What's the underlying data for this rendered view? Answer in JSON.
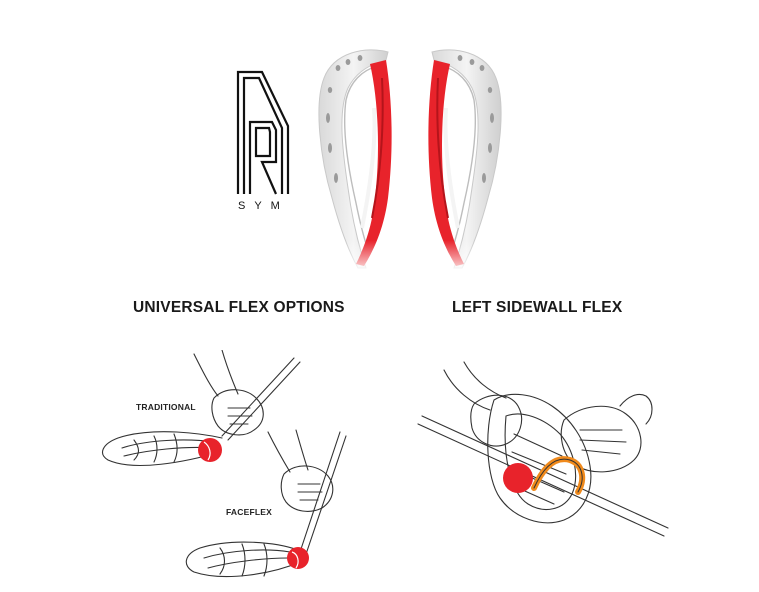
{
  "logo": {
    "sub_label": "SYM",
    "logo_icon": "ar-monogram-icon"
  },
  "hero": {
    "image_icon": "lacrosse-head-pair-icon",
    "accent_color": "#e8232b",
    "frame_color": "#e9e9e9"
  },
  "sections": {
    "left": {
      "title": "UNIVERSAL FLEX OPTIONS",
      "labels": {
        "traditional": "TRADITIONAL",
        "faceflex": "FACEFLEX"
      }
    },
    "right": {
      "title": "LEFT SIDEWALL FLEX"
    }
  },
  "colors": {
    "highlight_red": "#e8232b",
    "highlight_orange": "#f08a1c",
    "line": "#333333"
  }
}
